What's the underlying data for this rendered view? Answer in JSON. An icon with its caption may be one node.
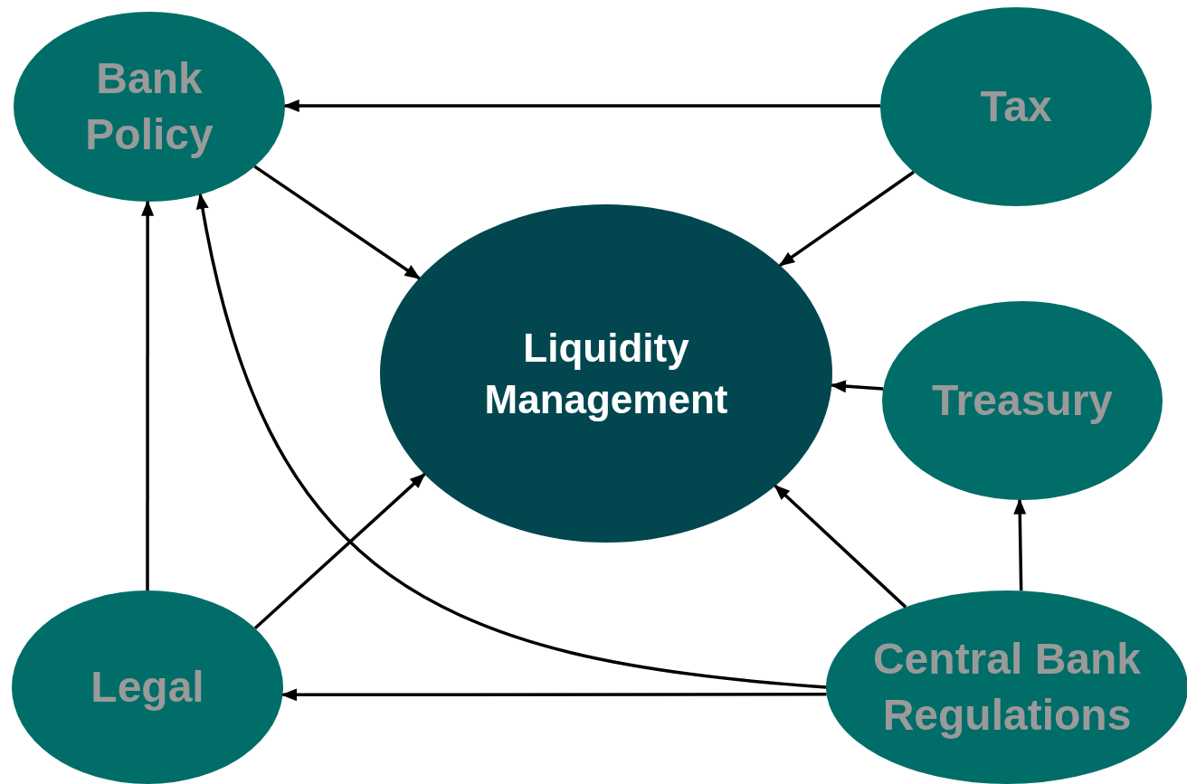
{
  "diagram": {
    "nodes": [
      {
        "text": [
          "Bank Policy"
        ]
      },
      {
        "text": [
          "Tax"
        ]
      },
      {
        "text": [
          "Liquidity Management"
        ]
      },
      {
        "text": [
          "Treasury"
        ]
      },
      {
        "text": [
          "Legal"
        ]
      },
      {
        "text": [
          "Central Bank Regulations"
        ]
      }
    ],
    "edges": [
      {
        "from": 1,
        "to": 0,
        "arrow": "to"
      },
      {
        "from": 0,
        "to": 2,
        "arrow": "to"
      },
      {
        "from": 1,
        "to": 2,
        "arrow": "to"
      },
      {
        "from": 3,
        "to": 2,
        "arrow": "to"
      },
      {
        "from": 4,
        "to": 0,
        "arrow": "to"
      },
      {
        "from": 4,
        "to": 2,
        "arrow": "to"
      },
      {
        "from": 5,
        "to": 2,
        "arrow": "to"
      },
      {
        "from": 5,
        "to": 3,
        "arrow": "to"
      },
      {
        "from": 5,
        "to": 0,
        "arrow": "to"
      },
      {
        "from": 5,
        "to": 4,
        "arrow": "to"
      }
    ]
  }
}
